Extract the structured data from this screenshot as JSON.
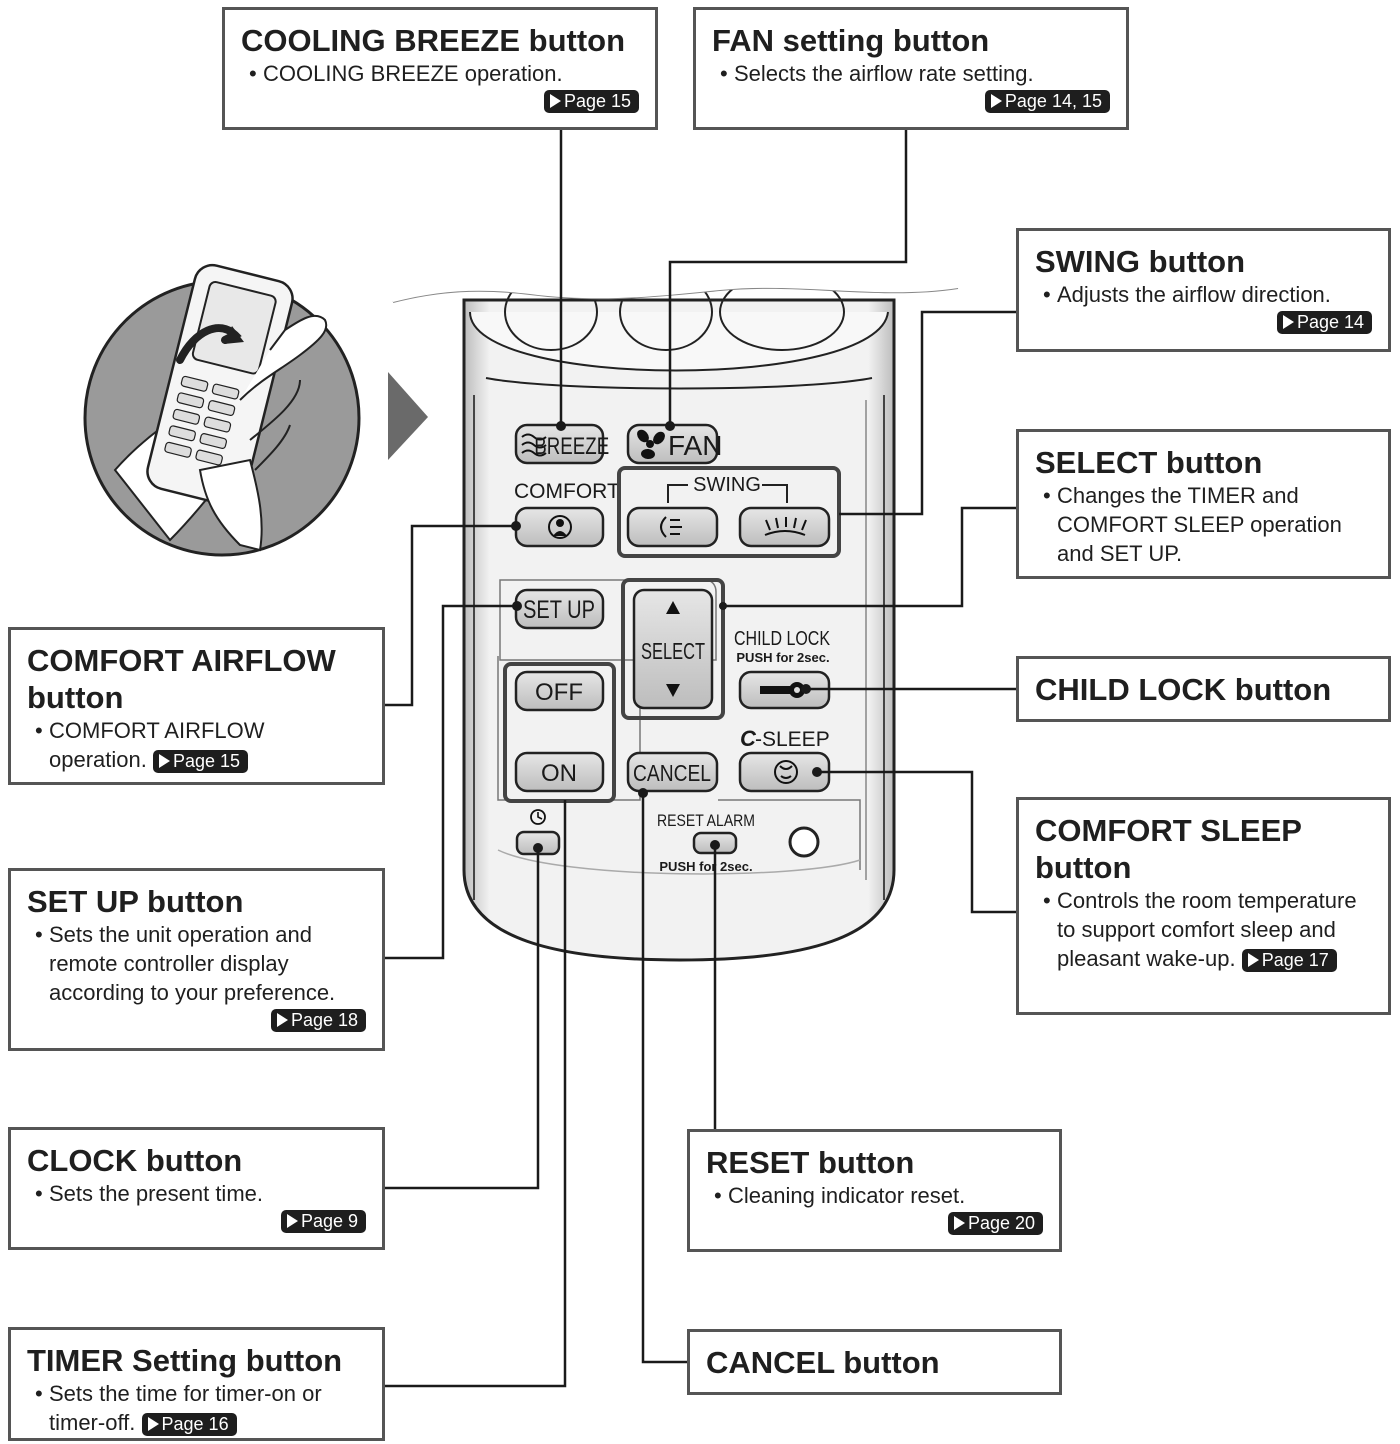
{
  "callouts": {
    "cooling_breeze": {
      "title": "COOLING BREEZE button",
      "desc": "COOLING BREEZE operation.",
      "page": "Page 15"
    },
    "fan": {
      "title": "FAN setting button",
      "desc": "Selects the airflow rate setting.",
      "page": "Page 14, 15"
    },
    "swing": {
      "title": "SWING button",
      "desc": "Adjusts the airflow direction.",
      "page": "Page 14"
    },
    "select": {
      "title": "SELECT button",
      "desc": "Changes the TIMER and COMFORT SLEEP operation and SET UP."
    },
    "comfort_airflow": {
      "title_line1": "COMFORT AIRFLOW",
      "title_line2": "button",
      "desc": "COMFORT AIRFLOW operation.",
      "page": "Page 15"
    },
    "child_lock": {
      "title": "CHILD LOCK button"
    },
    "set_up": {
      "title": "SET UP button",
      "desc": "Sets the unit operation and remote controller display according to your preference.",
      "page": "Page 18"
    },
    "comfort_sleep": {
      "title_line1": "COMFORT SLEEP",
      "title_line2": "button",
      "desc": "Controls the room temperature to support comfort sleep and pleasant wake-up.",
      "page": "Page 17"
    },
    "clock": {
      "title": "CLOCK button",
      "desc": "Sets the present time.",
      "page": "Page 9"
    },
    "reset": {
      "title": "RESET button",
      "desc": "Cleaning indicator reset.",
      "page": "Page 20"
    },
    "timer": {
      "title": "TIMER Setting button",
      "desc": "Sets the time for timer-on or timer-off.",
      "page": "Page 16"
    },
    "cancel": {
      "title": "CANCEL button"
    }
  },
  "remote": {
    "breeze_label": "BREEZE",
    "fan_label": "FAN",
    "comfort_label": "COMFORT",
    "swing_label": "SWING",
    "setup_label": "SET UP",
    "select_label": "SELECT",
    "child_lock_label": "CHILD LOCK",
    "push_label": "PUSH for 2sec.",
    "off_label": "OFF",
    "on_label": "ON",
    "cancel_label": "CANCEL",
    "csleep_c": "C",
    "csleep_label": "-SLEEP",
    "reset_alarm_label": "RESET ALARM",
    "reset_push_label": "PUSH for 2sec."
  },
  "colors": {
    "line": "#1a1a1a",
    "button_fill": "#d4d4d4",
    "remote_body": "#ececec",
    "box_border": "#555555",
    "badge": "#1e1e1e"
  }
}
